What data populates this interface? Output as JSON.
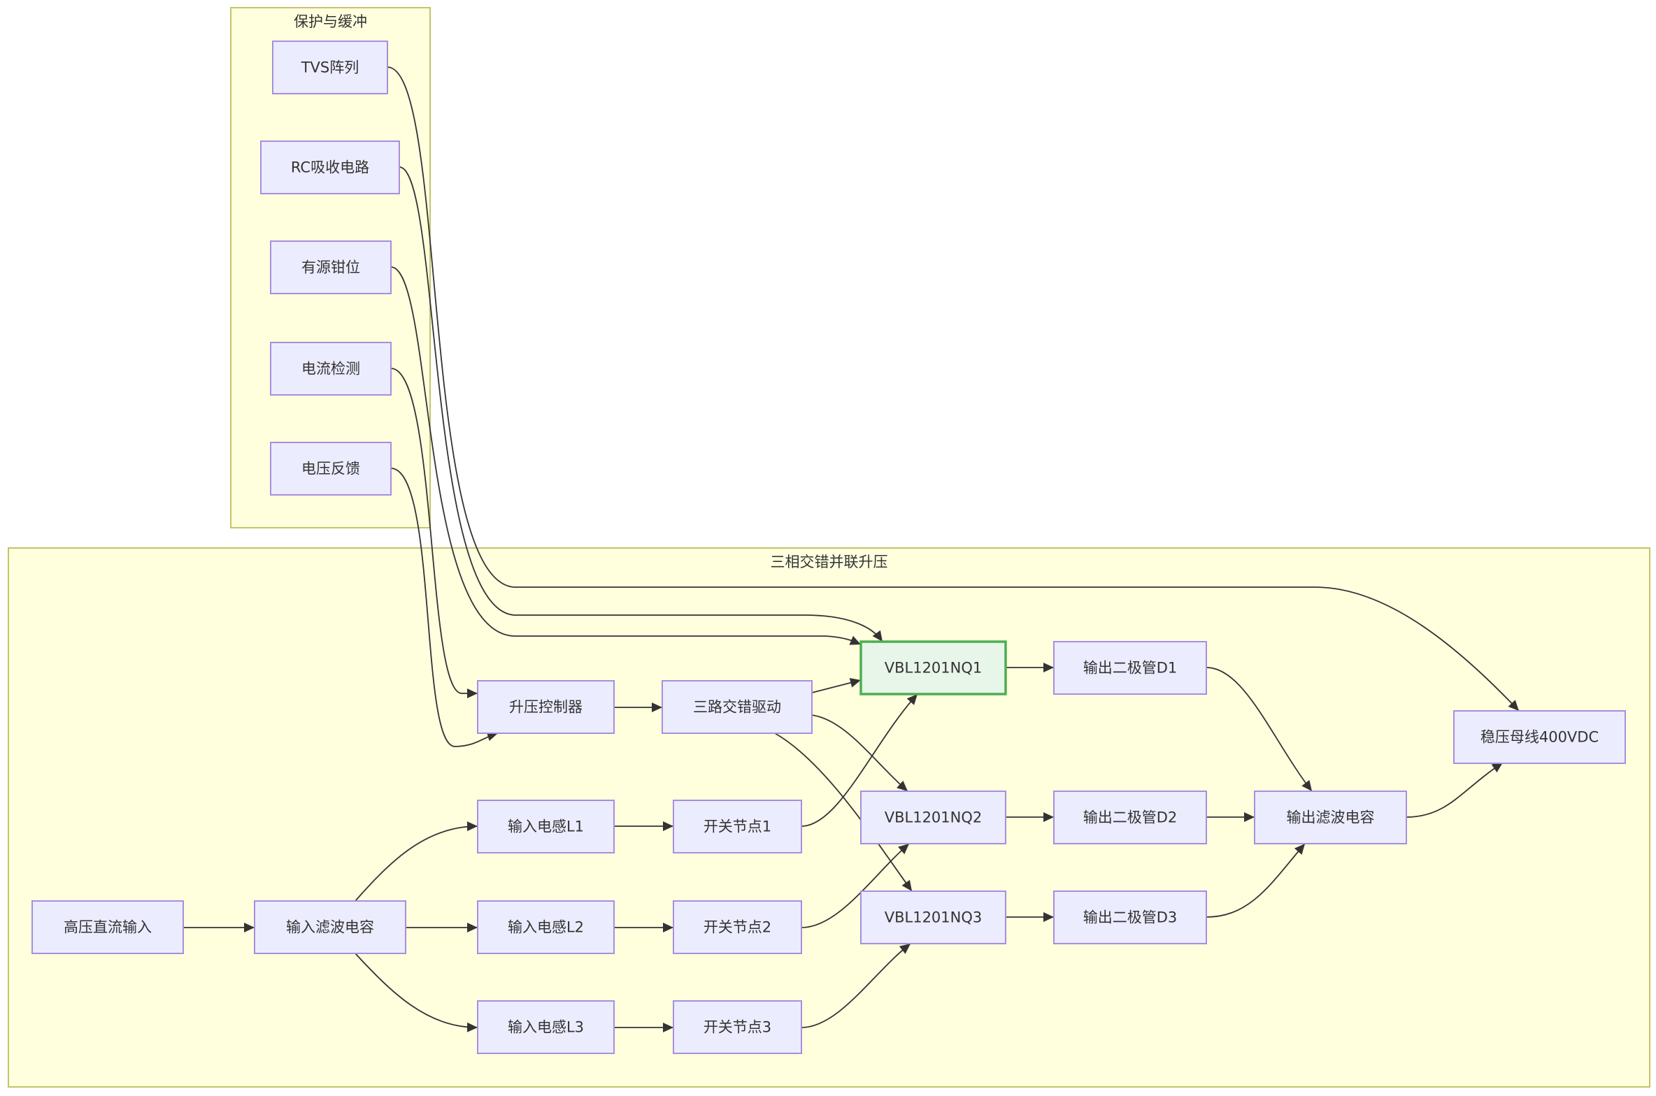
{
  "clusters": [
    {
      "id": "protect",
      "title": "保护与缓冲"
    },
    {
      "id": "boost",
      "title": "三相交错并联升压"
    }
  ],
  "nodes": [
    {
      "id": "tvs",
      "label": "TVS阵列",
      "cluster": "protect"
    },
    {
      "id": "rc",
      "label": "RC吸收电路",
      "cluster": "protect"
    },
    {
      "id": "clamp",
      "label": "有源钳位",
      "cluster": "protect"
    },
    {
      "id": "isense",
      "label": "电流检测",
      "cluster": "protect"
    },
    {
      "id": "vfb",
      "label": "电压反馈",
      "cluster": "protect"
    },
    {
      "id": "hvin",
      "label": "高压直流输入",
      "cluster": "boost"
    },
    {
      "id": "cin",
      "label": "输入滤波电容",
      "cluster": "boost"
    },
    {
      "id": "l1",
      "label": "输入电感L1",
      "cluster": "boost"
    },
    {
      "id": "l2",
      "label": "输入电感L2",
      "cluster": "boost"
    },
    {
      "id": "l3",
      "label": "输入电感L3",
      "cluster": "boost"
    },
    {
      "id": "sw1",
      "label": "开关节点1",
      "cluster": "boost"
    },
    {
      "id": "sw2",
      "label": "开关节点2",
      "cluster": "boost"
    },
    {
      "id": "sw3",
      "label": "开关节点3",
      "cluster": "boost"
    },
    {
      "id": "ctrl",
      "label": "升压控制器",
      "cluster": "boost"
    },
    {
      "id": "drv",
      "label": "三路交错驱动",
      "cluster": "boost"
    },
    {
      "id": "q1",
      "label": "VBL1201NQ1",
      "cluster": "boost",
      "highlight": true
    },
    {
      "id": "q2",
      "label": "VBL1201NQ2",
      "cluster": "boost"
    },
    {
      "id": "q3",
      "label": "VBL1201NQ3",
      "cluster": "boost"
    },
    {
      "id": "d1",
      "label": "输出二极管D1",
      "cluster": "boost"
    },
    {
      "id": "d2",
      "label": "输出二极管D2",
      "cluster": "boost"
    },
    {
      "id": "d3",
      "label": "输出二极管D3",
      "cluster": "boost"
    },
    {
      "id": "cout",
      "label": "输出滤波电容",
      "cluster": "boost"
    },
    {
      "id": "bus",
      "label": "稳压母线400VDC",
      "cluster": "boost"
    }
  ],
  "edges": [
    {
      "from": "hvin",
      "to": "cin"
    },
    {
      "from": "cin",
      "to": "l1"
    },
    {
      "from": "cin",
      "to": "l2"
    },
    {
      "from": "cin",
      "to": "l3"
    },
    {
      "from": "l1",
      "to": "sw1"
    },
    {
      "from": "l2",
      "to": "sw2"
    },
    {
      "from": "l3",
      "to": "sw3"
    },
    {
      "from": "sw1",
      "to": "q1"
    },
    {
      "from": "sw2",
      "to": "q2"
    },
    {
      "from": "sw3",
      "to": "q3"
    },
    {
      "from": "ctrl",
      "to": "drv"
    },
    {
      "from": "drv",
      "to": "q1"
    },
    {
      "from": "drv",
      "to": "q2"
    },
    {
      "from": "drv",
      "to": "q3"
    },
    {
      "from": "q1",
      "to": "d1"
    },
    {
      "from": "q2",
      "to": "d2"
    },
    {
      "from": "q3",
      "to": "d3"
    },
    {
      "from": "d1",
      "to": "cout"
    },
    {
      "from": "d2",
      "to": "cout"
    },
    {
      "from": "d3",
      "to": "cout"
    },
    {
      "from": "cout",
      "to": "bus"
    },
    {
      "from": "tvs",
      "to": "bus"
    },
    {
      "from": "rc",
      "to": "q1"
    },
    {
      "from": "clamp",
      "to": "q1"
    },
    {
      "from": "isense",
      "to": "ctrl"
    },
    {
      "from": "vfb",
      "to": "ctrl"
    }
  ],
  "colors": {
    "cluster_fill": "#ffffde",
    "cluster_stroke": "#c3c36a",
    "node_fill": "#ececff",
    "node_stroke": "#a58fe0",
    "highlight_fill": "#e8f5e9",
    "highlight_stroke": "#4caf50",
    "edge": "#333333"
  }
}
